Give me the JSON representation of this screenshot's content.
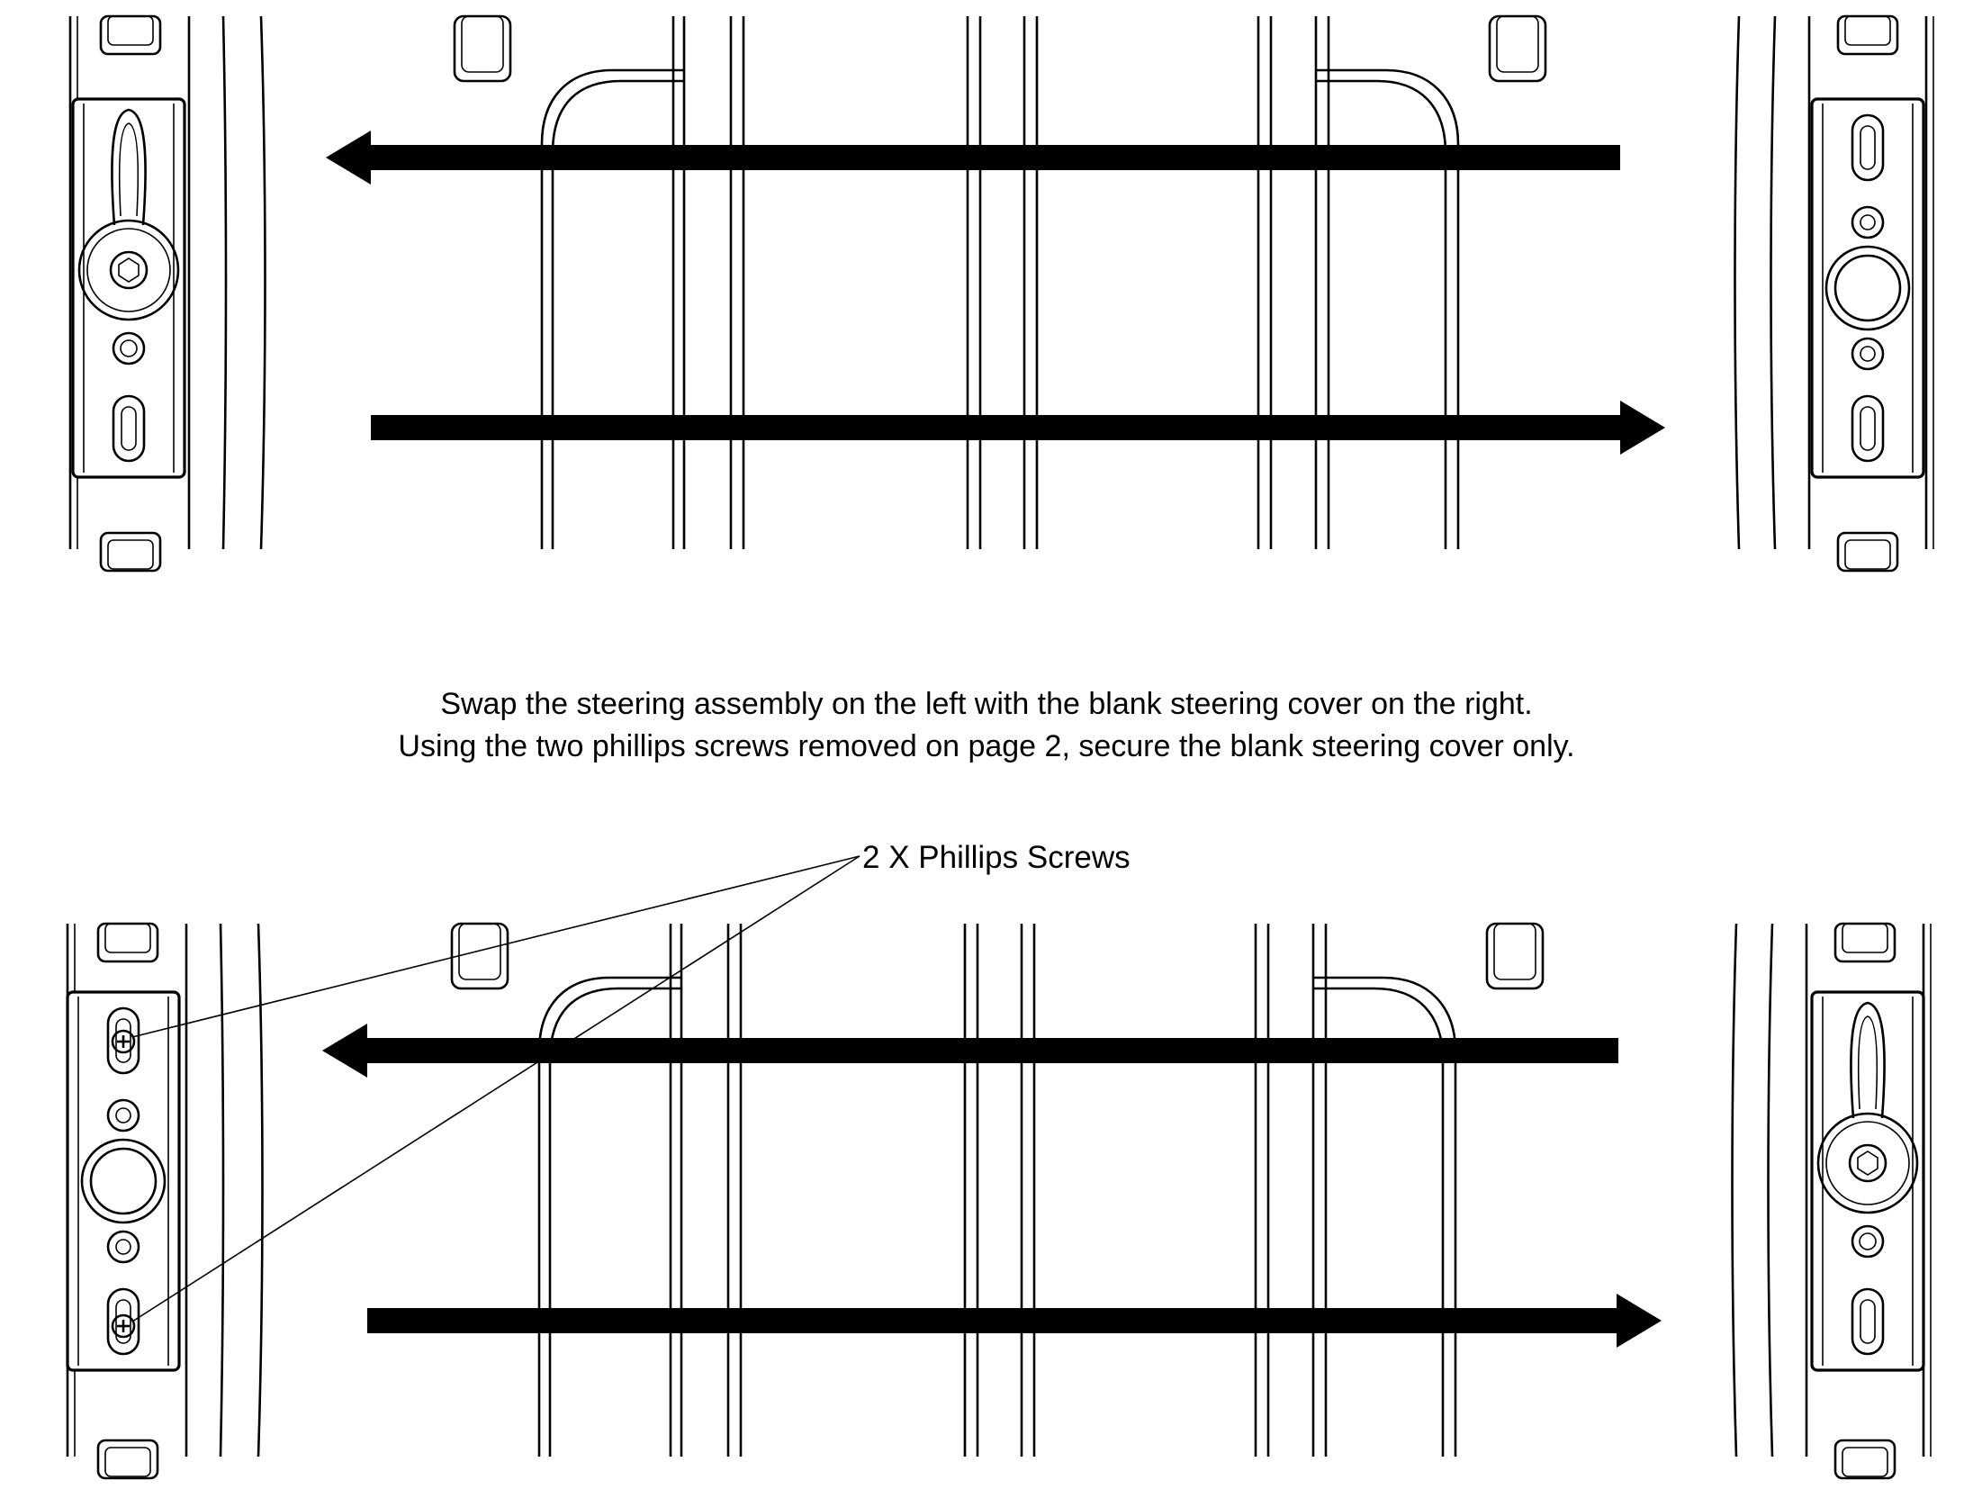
{
  "instructions": {
    "line1": "Swap the steering assembly on the left with the blank steering cover on the right.",
    "line2": "Using the two phillips screws removed on page 2, secure the blank steering cover only."
  },
  "callout": {
    "label": "2 X Phillips Screws",
    "icon": "phillips-screw-icon"
  },
  "steps": [
    {
      "name": "before",
      "left": "steering-assembly",
      "right": "blank-steering-cover",
      "arrows": [
        "left",
        "right"
      ]
    },
    {
      "name": "after",
      "left": "blank-steering-cover",
      "right": "steering-assembly",
      "arrows": [
        "left",
        "right"
      ]
    }
  ],
  "colors": {
    "line": "#000000",
    "background": "#ffffff"
  }
}
